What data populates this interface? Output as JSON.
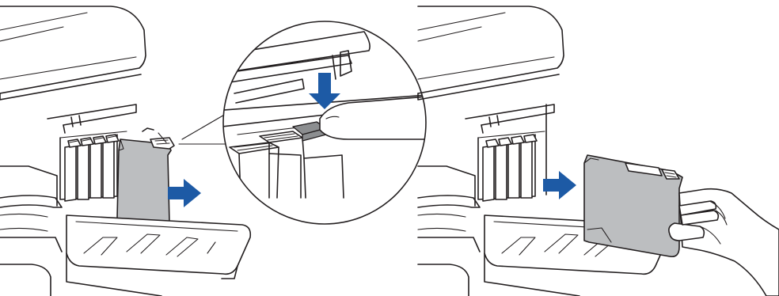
{
  "panels": [
    {
      "step": "press-lock-lever-and-remove",
      "callout": "lever-detail",
      "arrow_color": "#1d5aa5"
    },
    {
      "step": "pull-cartridge-out-by-hand",
      "arrow_color": "#1d5aa5"
    }
  ],
  "colors": {
    "line": "#231f20",
    "cartridge": "#bcbec0",
    "lever": "#8c8e90",
    "arrow": "#1d5aa5",
    "background": "#ffffff"
  }
}
